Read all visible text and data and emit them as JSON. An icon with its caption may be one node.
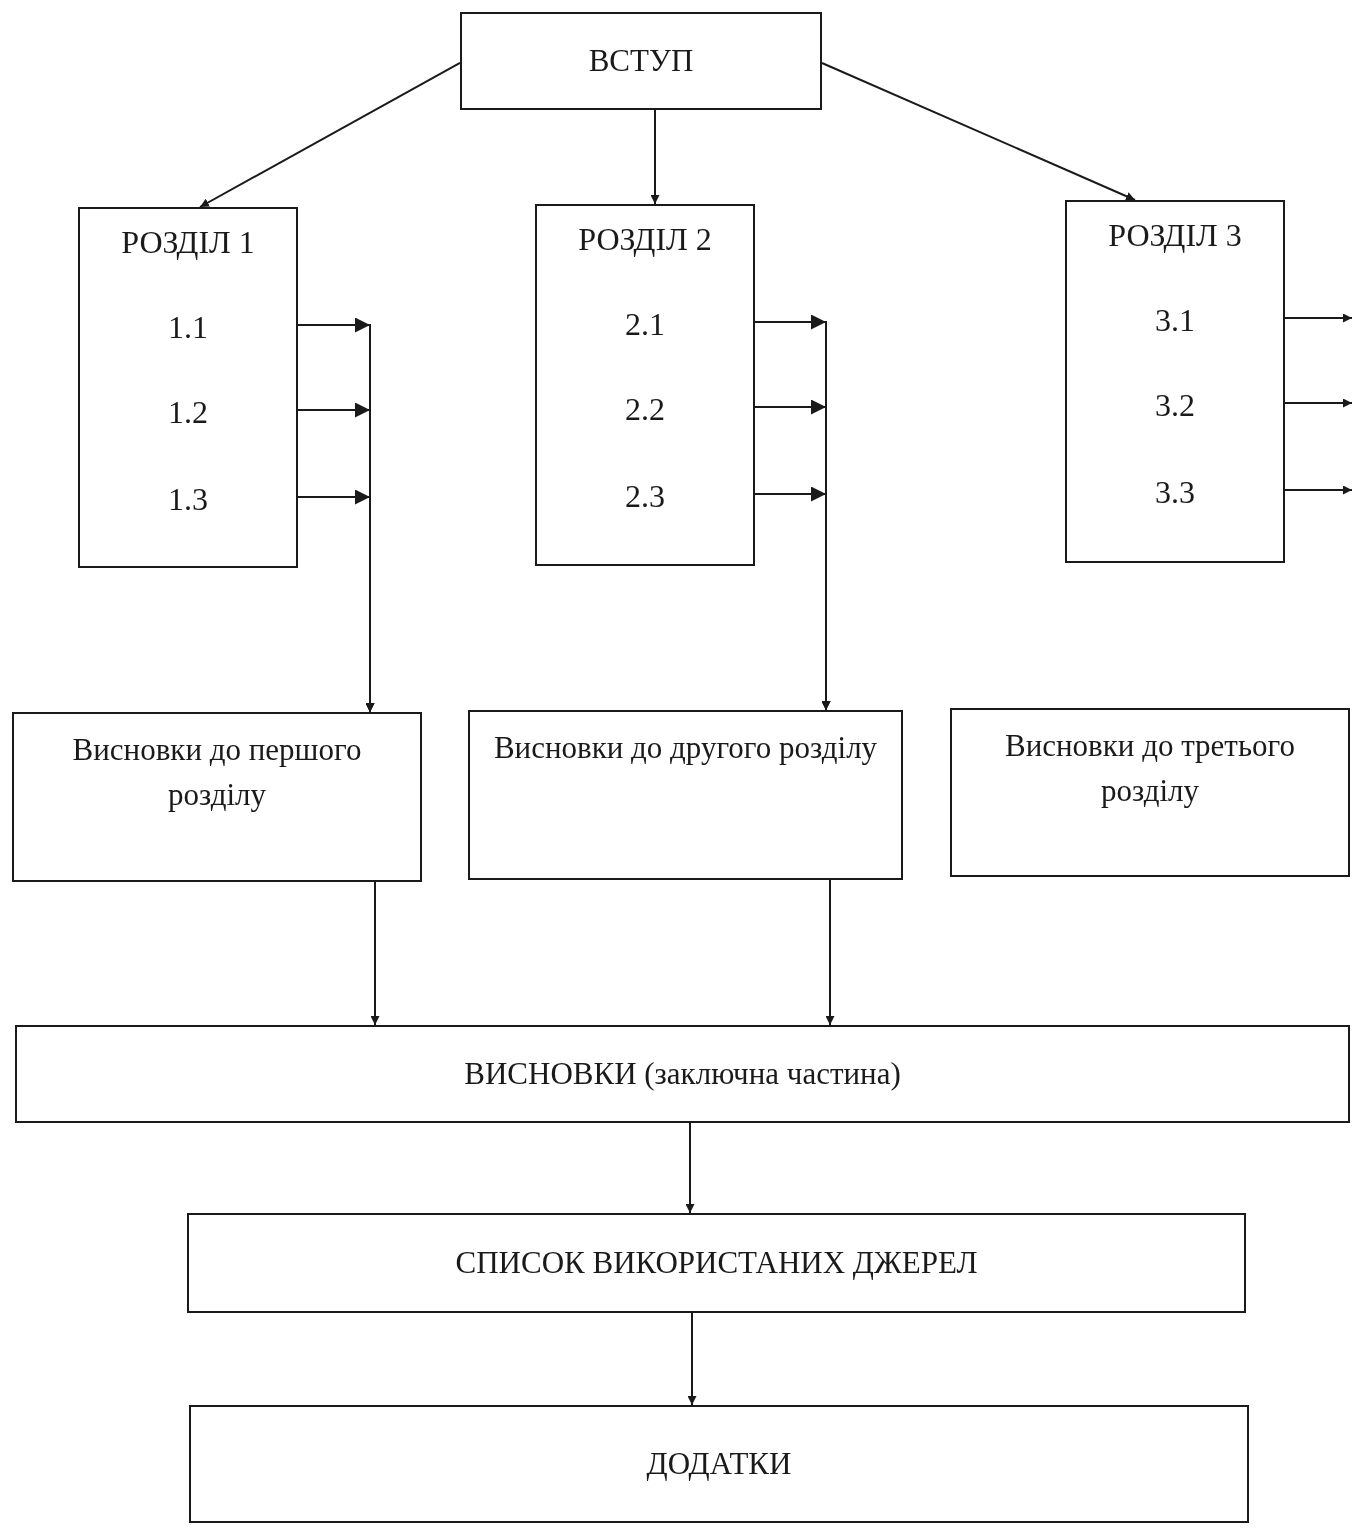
{
  "diagram": {
    "nodes": [
      {
        "text": [
          "ВСТУП"
        ]
      },
      {
        "text": [
          "РОЗДІЛ 1",
          "1.1",
          "1.2",
          "1.3"
        ]
      },
      {
        "text": [
          "РОЗДІЛ 2",
          "2.1",
          "2.2",
          "2.3"
        ]
      },
      {
        "text": [
          "РОЗДІЛ 3",
          "3.1",
          "3.2",
          "3.3"
        ]
      },
      {
        "text": [
          "Висновки до першого розділу"
        ]
      },
      {
        "text": [
          "Висновки до другого розділу"
        ]
      },
      {
        "text": [
          "Висновки до третього розділу"
        ]
      },
      {
        "text": [
          "ВИСНОВКИ (заключна частина)"
        ]
      },
      {
        "text": [
          "СПИСОК ВИКОРИСТАНИХ ДЖЕРЕЛ"
        ]
      },
      {
        "text": [
          "ДОДАТКИ"
        ]
      }
    ],
    "edges": [
      {
        "from": 0,
        "to": 1,
        "arrow": "to"
      },
      {
        "from": 0,
        "to": 2,
        "arrow": "to"
      },
      {
        "from": 0,
        "to": 3,
        "arrow": "to"
      },
      {
        "from": 1,
        "to": 4,
        "arrow": "to"
      },
      {
        "from": 1,
        "to": 4,
        "arrow": "to"
      },
      {
        "from": 1,
        "to": 4,
        "arrow": "to"
      },
      {
        "from": 2,
        "to": 5,
        "arrow": "to"
      },
      {
        "from": 2,
        "to": 5,
        "arrow": "to"
      },
      {
        "from": 2,
        "to": 5,
        "arrow": "to"
      },
      {
        "from": 3,
        "to": null,
        "arrow": "to"
      },
      {
        "from": 3,
        "to": null,
        "arrow": "to"
      },
      {
        "from": 3,
        "to": null,
        "arrow": "to"
      },
      {
        "from": 4,
        "to": 7,
        "arrow": "to"
      },
      {
        "from": 5,
        "to": 7,
        "arrow": "to"
      },
      {
        "from": 7,
        "to": 8,
        "arrow": "to"
      },
      {
        "from": 8,
        "to": 9,
        "arrow": "to"
      }
    ]
  }
}
